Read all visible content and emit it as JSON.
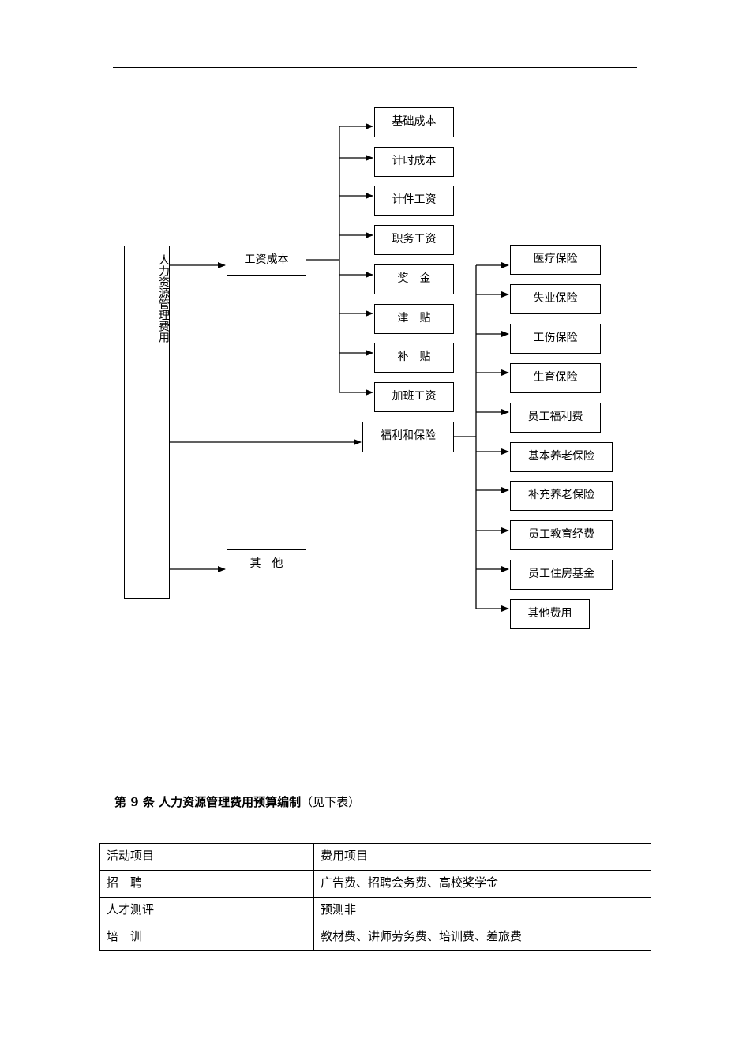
{
  "root": {
    "label": "人力资源管理费用"
  },
  "branches": {
    "wage": {
      "label": "工资成本",
      "children": [
        "基础成本",
        "计时成本",
        "计件工资",
        "职务工资",
        "奖　金",
        "津　贴",
        "补　贴",
        "加班工资"
      ]
    },
    "welfare": {
      "label": "福利和保险",
      "children": [
        "医疗保险",
        "失业保险",
        "工伤保险",
        "生育保险",
        "员工福利费",
        "基本养老保险",
        "补充养老保险",
        "员工教育经费",
        "员工住房基金",
        "其他费用"
      ]
    },
    "other": {
      "label": "其　他"
    }
  },
  "section": {
    "title_bold": "第 9 条 人力资源管理费用预算编制",
    "title_note": "（见下表）"
  },
  "table": {
    "header": [
      "活动项目",
      "费用项目"
    ],
    "rows": [
      [
        "招　聘",
        "广告费、招聘会务费、高校奖学金"
      ],
      [
        "人才测评",
        "预测非"
      ],
      [
        "培　训",
        "教材费、讲师劳务费、培训费、差旅费"
      ]
    ]
  }
}
